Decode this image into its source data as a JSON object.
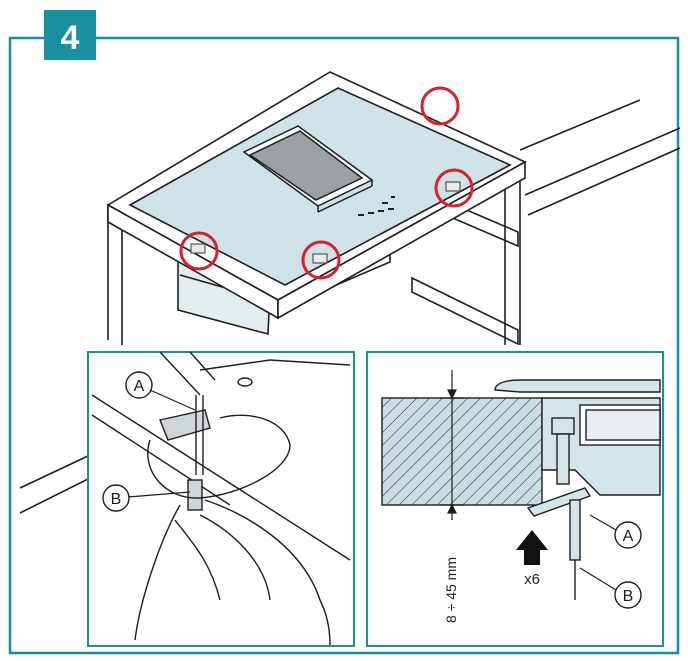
{
  "step": {
    "number": "4"
  },
  "colors": {
    "frame": "#1a8fa0",
    "step_badge": "#1a8fa0",
    "glass": "#cfe2e8",
    "marker_circle": "#d9202a",
    "line": "#1e1e1e",
    "hatch": "#c9dde3"
  },
  "detail_left": {
    "callouts": [
      {
        "id": "A",
        "label": "A"
      },
      {
        "id": "B",
        "label": "B"
      }
    ]
  },
  "detail_right": {
    "dimension": "8 ÷ 45 mm",
    "quantity": "x6",
    "callouts": [
      {
        "id": "A",
        "label": "A"
      },
      {
        "id": "B",
        "label": "B"
      }
    ]
  },
  "icons": [
    "mounting-screw-marker-icon",
    "push-arrow-icon"
  ]
}
